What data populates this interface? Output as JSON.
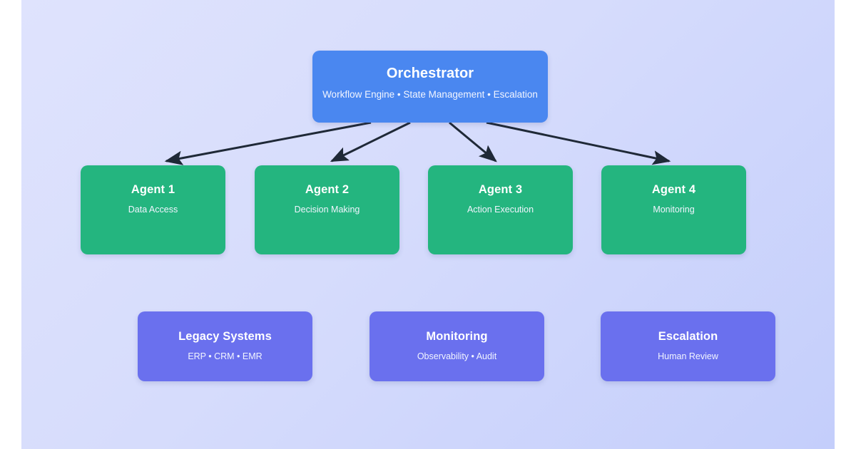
{
  "diagram": {
    "type": "agent-orchestration-architecture",
    "background": {
      "gradient_from": "#dfe3fd",
      "gradient_to": "#c4cefb"
    },
    "colors": {
      "orchestrator": "#4a87f0",
      "agent": "#24b57f",
      "support": "#6a70ee",
      "connector": "#1f2937",
      "node_text": "#ffffff"
    },
    "orchestrator": {
      "title": "Orchestrator",
      "subtitle": "Workflow Engine • State Management • Escalation"
    },
    "agents": [
      {
        "title": "Agent 1",
        "subtitle": "Data Access"
      },
      {
        "title": "Agent 2",
        "subtitle": "Decision Making"
      },
      {
        "title": "Agent 3",
        "subtitle": "Action Execution"
      },
      {
        "title": "Agent 4",
        "subtitle": "Monitoring"
      }
    ],
    "support": [
      {
        "title": "Legacy Systems",
        "subtitle": "ERP • CRM • EMR"
      },
      {
        "title": "Monitoring",
        "subtitle": "Observability • Audit"
      },
      {
        "title": "Escalation",
        "subtitle": "Human Review"
      }
    ],
    "connections": [
      {
        "from": "Orchestrator",
        "to": "Agent 1"
      },
      {
        "from": "Orchestrator",
        "to": "Agent 2"
      },
      {
        "from": "Orchestrator",
        "to": "Agent 3"
      },
      {
        "from": "Orchestrator",
        "to": "Agent 4"
      }
    ]
  }
}
